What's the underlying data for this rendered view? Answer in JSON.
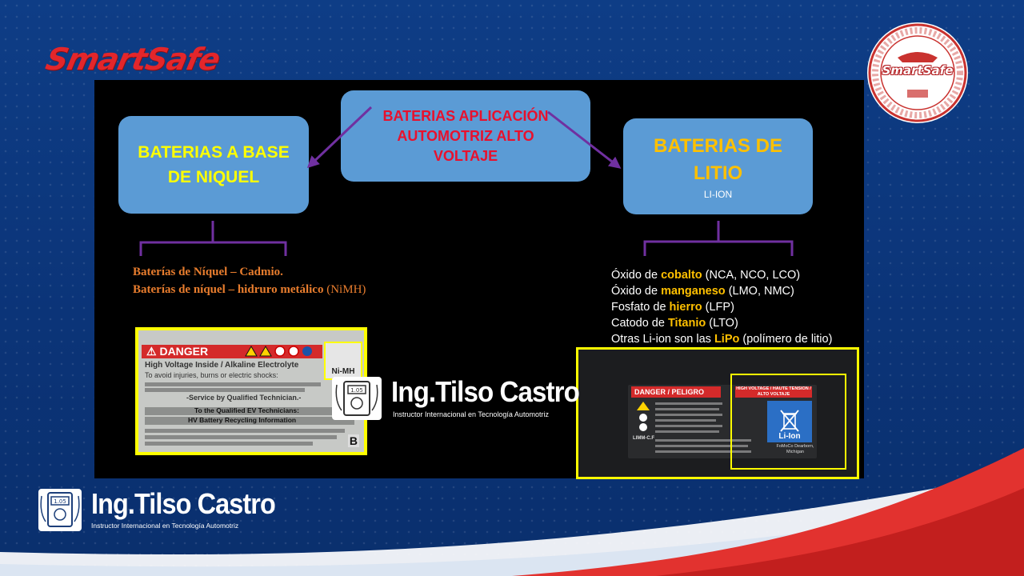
{
  "brand": {
    "logo_text": "SmartSafe",
    "seal_text": "SmartSafe"
  },
  "diagram": {
    "center_box": "BATERIAS APLICACIÓN AUTOMOTRIZ ALTO VOLTAJE",
    "left_box": "BATERIAS A BASE DE NIQUEL",
    "right_box_title": "BATERIAS DE LITIO",
    "right_box_sub": "LI-ION"
  },
  "left_list": {
    "item1": "Baterías de Níquel – Cadmio.",
    "item2_main": "Baterías de níquel – hidruro metálico ",
    "item2_light": "(NiMH)"
  },
  "right_list": [
    {
      "pre": "Óxido de ",
      "hl": "cobalto",
      "post": " (NCA, NCO, LCO)"
    },
    {
      "pre": "Óxido de ",
      "hl": "manganeso",
      "post": " (LMO, NMC)"
    },
    {
      "pre": "Fosfato de ",
      "hl": "hierro",
      "post": " (LFP)"
    },
    {
      "pre": "Catodo de ",
      "hl": "Titanio",
      "post": " (LTO)"
    },
    {
      "pre": "Otras Li-ion son las ",
      "hl": "LiPo",
      "post": " (polímero de litio)"
    }
  ],
  "label_left": {
    "danger": "DANGER",
    "line1": "High Voltage Inside / Alkaline Electrolyte",
    "line2": "To avoid injuries, burns or electric shocks:",
    "line3": "-Service by Qualified Technician.-",
    "line4": "To the Qualified EV Technicians:",
    "line5": "HV Battery Recycling Information",
    "badge": "Ni-MH",
    "corner": "B"
  },
  "label_right": {
    "danger": "DANGER / PELIGRO",
    "hv": "HIGH VOLTAGE / HAUTE TENSION / ALTO VOLTAJE",
    "liion": "Li-Ion",
    "limm": "LIMM-C.F",
    "fomoco": "FoMoCo Dearborn, Michigan"
  },
  "watermark": {
    "name": "Ing.Tilso Castro",
    "subtitle": "Instructor Internacional en Tecnología Automotriz",
    "meter_reading": "1.05"
  },
  "footer": {
    "name": "Ing.Tilso Castro",
    "subtitle": "Instructor Internacional en Tecnología Automotriz",
    "meter_reading": "1.05"
  },
  "colors": {
    "background": "#0b3478",
    "box_fill": "#5b9bd5",
    "arrow": "#7030a0",
    "left_box_text": "#ffff00",
    "center_box_text": "#e8112d",
    "right_box_text": "#ffc000",
    "left_list_text": "#e87d2e",
    "highlight": "#ffc000",
    "brand_red": "#e3262b",
    "photo_border": "#ffff00"
  }
}
